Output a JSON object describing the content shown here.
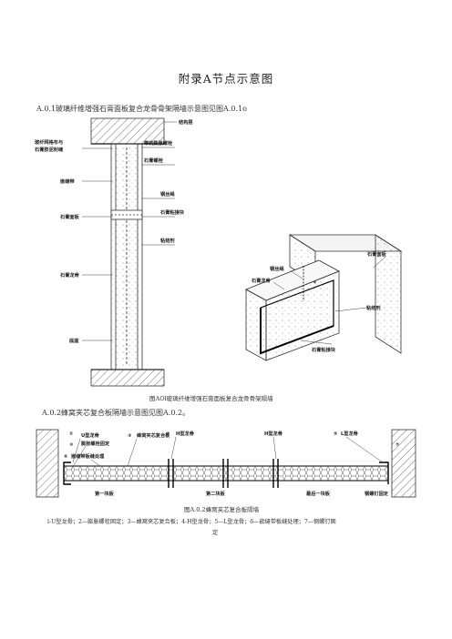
{
  "page": {
    "title": "附录A节点示意图",
    "section1_heading": "A.0.1玻璃纤维增强石膏面板复合龙骨骨架隔墙示意图见图A.0.1o",
    "figure1_caption": "图AOl玻璃纤维增强石膏面板复合龙骨骨架隔墙",
    "section2_heading": "A.0.2蜂窝夹芯复合板隔墙示意图见图A.0.2。",
    "figure2_caption": "图A.0.2蜂窝夹芯复合板隔墙",
    "legend_line1": "l-U型龙骨；2—膨胀螺栓固定；3—蜂窝夹芯复合板；4-H型龙骨；5—L型龙骨；6—嵌缝带板缝处理；7—钢螺钉固",
    "legend_line2": "定"
  },
  "figure1_labels": {
    "structure_beam": "结构层",
    "fiber_mesh": "玻纤网格布与",
    "gypsum_joint": "石膏胶泥封缝",
    "expansion_bolt": "带钩膨胀螺栓",
    "gypsum_bolt": "石膏螺栓",
    "joint_tape": "嵌缝带",
    "steel_wire": "钢丝绳",
    "gypsum_panel": "石膏面板",
    "bonding_block": "石膏粘接块",
    "adhesive": "粘结剂",
    "gypsum_keel": "石膏龙骨",
    "floor": "底座"
  },
  "figure1_iso_labels": {
    "gypsum_panel": "石膏面板",
    "steel_wire": "钢丝绳",
    "gypsum_keel": "石膏龙骨",
    "adhesive": "粘结剂",
    "bonding_block": "石膏粘接块"
  },
  "figure2_labels": {
    "u_keel": "U型龙骨",
    "expansion_bolt": "膨胀螺栓固定",
    "honeycomb_panel": "蜂窝夹芯复合板",
    "h_keel_1": "H型龙骨",
    "h_keel_2": "H型龙骨",
    "l_keel": "L型龙骨",
    "joint_treatment": "嵌缝带板缝处理",
    "first_panel": "第一块板",
    "second_panel": "第二块板",
    "last_panel": "最后一块板",
    "screw_fix": "钢螺钉固定",
    "n1": "①",
    "n2": "②",
    "n3": "③",
    "n4": "④",
    "n5": "⑤",
    "n6": "⑥",
    "n7": "⑦"
  }
}
